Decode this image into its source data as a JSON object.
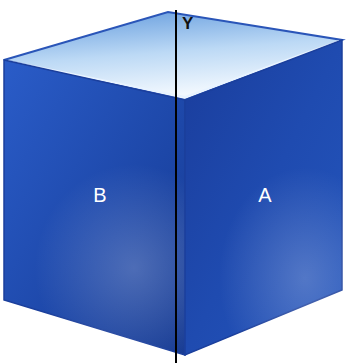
{
  "diagram": {
    "nodes": [
      {
        "text": [
          "B"
        ]
      },
      {
        "text": [
          "A"
        ]
      }
    ],
    "labels": [
      "Y"
    ]
  }
}
